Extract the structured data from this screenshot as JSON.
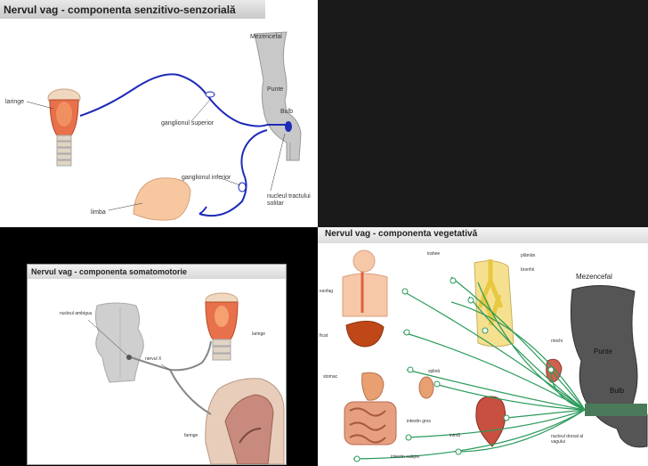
{
  "panel_senzitiv": {
    "title": "Nervul vag - componenta senzitivo-senzorială",
    "labels": {
      "mezencefal": "Mezencefal",
      "punte": "Punte",
      "bulb": "Bulb",
      "laringe": "laringe",
      "ganglion_superior": "ganglionul superior",
      "ganglion_inferior": "ganglionul inferior",
      "limba": "limba",
      "nucleu_tract": "nucleul tractului solitar"
    }
  },
  "panel_somatomotor": {
    "title": "Nervul vag - componenta somatomotorie",
    "labels": {
      "nucleu_ambiguu": "nucleul ambiguu",
      "nerv_x": "nervul X",
      "laringe": "laringe",
      "faringe": "faringe"
    }
  },
  "panel_vegetativ": {
    "title": "Nervul vag - componenta vegetativă",
    "labels": {
      "trahee": "trahee",
      "plamani": "plămân",
      "bronhii": "bronhii",
      "mezencefal": "Mezencefal",
      "esofag": "esofag",
      "ficat": "ficat",
      "rinichi": "rinichi",
      "punte": "Punte",
      "stomac": "stomac",
      "splina": "splină",
      "bulb": "Bulb",
      "intestin_gros": "intestin gros",
      "inima": "inimă",
      "nucleu_dorsal": "nucleul dorsal al vagului",
      "intestin_subtire": "intestin subţire"
    }
  }
}
